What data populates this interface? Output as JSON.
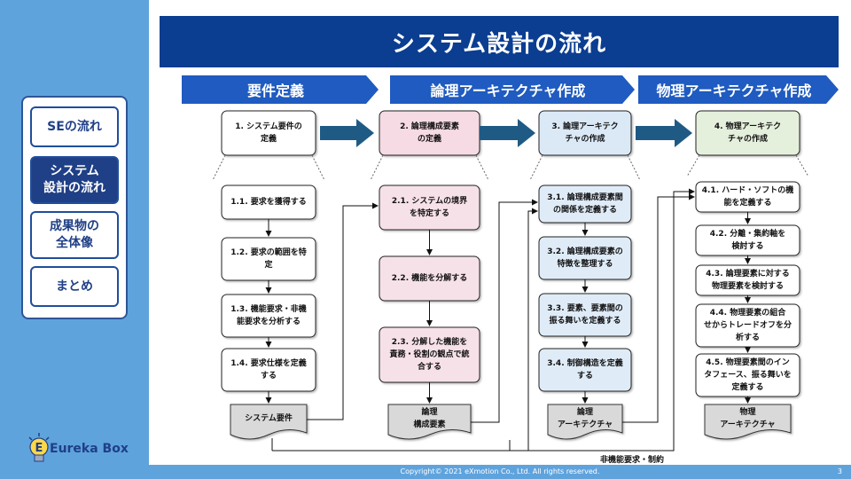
{
  "title": "システム設計の流れ",
  "sidebar": {
    "items": [
      {
        "label": "SEの流れ",
        "active": false
      },
      {
        "label": "システム\n設計の流れ",
        "active": true
      },
      {
        "label": "成果物の\n全体像",
        "active": false
      },
      {
        "label": "まとめ",
        "active": false
      }
    ]
  },
  "logo": {
    "text": "Eureka Box"
  },
  "phases": [
    "要件定義",
    "論理アーキテクチャ作成",
    "物理アーキテクチャ作成"
  ],
  "columns": [
    {
      "header": "1. システム要件の\n定義",
      "steps": [
        "1.1. 要求を獲得する",
        "1.2. 要求の範囲を特\n定",
        "1.3. 機能要求・非機\n能要求を分析する",
        "1.4. 要求仕様を定義\nする"
      ],
      "output": "システム要件"
    },
    {
      "header": "2. 論理構成要素\nの定義",
      "steps": [
        "2.1. システムの境界\nを特定する",
        "2.2. 機能を分解する",
        "2.3. 分解した機能を\n責務・役割の観点で統\n合する"
      ],
      "output": "論理\n構成要素"
    },
    {
      "header": "3. 論理アーキテク\nチャの作成",
      "steps": [
        "3.1. 論理構成要素間\nの関係を定義する",
        "3.2. 論理構成要素の\n特徴を整理する",
        "3.3. 要素、要素間の\n振る舞いを定義する",
        "3.4. 制御構造を定義\nする"
      ],
      "output": "論理\nアーキテクチャ"
    },
    {
      "header": "4. 物理アーキテク\nチャの作成",
      "steps": [
        "4.1. ハード・ソフトの機\n能を定義する",
        "4.2. 分離・集約軸を\n検討する",
        "4.3. 論理要素に対する\n物理要素を検討する",
        "4.4. 物理要素の組合\nせからトレードオフを分\n析する",
        "4.5. 物理要素間のイン\nタフェース、振る舞いを\n定義する"
      ],
      "output": "物理\nアーキテクチャ"
    }
  ],
  "annotation": "非機能要求・制約",
  "footer": {
    "copyright": "Copyright© 2021 eXmotion Co., Ltd. All rights reserved.",
    "page": "3"
  },
  "colors": {
    "title_bg": "#0b3d91",
    "phase_arrow": "#1f5bc0",
    "sidebar_bg": "#5fa3dd",
    "header_fills": [
      "#ffffff",
      "#f6dbe4",
      "#dbe9f7",
      "#e5f0dc"
    ],
    "step_fills": [
      "#ffffff",
      "#f7e1e9",
      "#dfecf8",
      "#ffffff"
    ],
    "connector_arrow": "#1f5a85"
  }
}
